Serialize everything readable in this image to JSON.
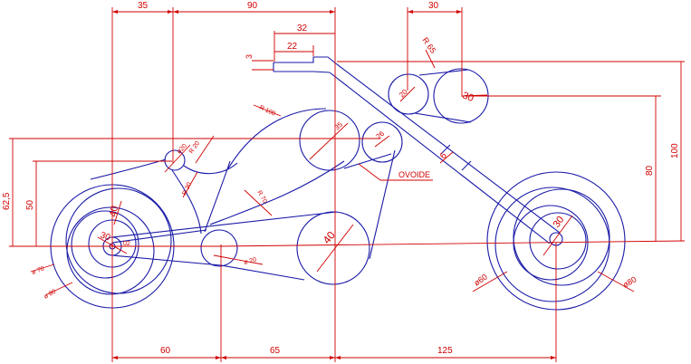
{
  "colors": {
    "geometry": "#1a1aa8",
    "dimension": "#d10000",
    "background": "#ffffff"
  },
  "labels": {
    "top_35": "35",
    "top_90": "90",
    "top_32": "32",
    "top_22": "22",
    "left_3": "3",
    "top_30": "30",
    "r65": "R 65",
    "r100": "R 100",
    "r20_tank": "R 20",
    "r30_seat": "R 30",
    "r70": "R 70",
    "d20_seat": "ø20",
    "d35": "35",
    "d26": "26",
    "d20_bar": "20",
    "d30_bar": "30",
    "d6": "6",
    "ovoide": "OVOIDE",
    "rear_40": "40",
    "rear_30": "30",
    "rear_02": "02",
    "rear_70": "ø 70",
    "rear_80": "ø 80",
    "d20_mid": "ø 20",
    "d40_mid": "40",
    "front_30": "30",
    "front_60": "ø60",
    "front_80": "ø80",
    "left_625": "62,5",
    "left_50": "50",
    "right_80": "80",
    "right_100": "100",
    "bottom_60": "60",
    "bottom_65": "65",
    "bottom_125": "125"
  }
}
